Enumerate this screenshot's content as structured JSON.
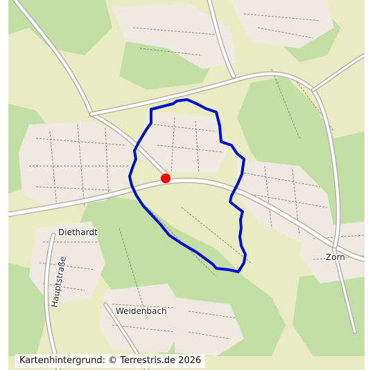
{
  "map": {
    "labels": {
      "diethardt": "Diethardt",
      "hauptstrasse": "Hauptstraße",
      "weidenbach": "Weidenbach",
      "zorn": "Zorn"
    },
    "boundary_color": "#0010d0",
    "marker_color": "#ff0000",
    "forest_color": "#c4dfa6",
    "meadow_color": "#e9ecc2",
    "settlement_color": "#eeeae2"
  },
  "attribution": "Kartenhintergrund: © Terrestris.de 2026"
}
